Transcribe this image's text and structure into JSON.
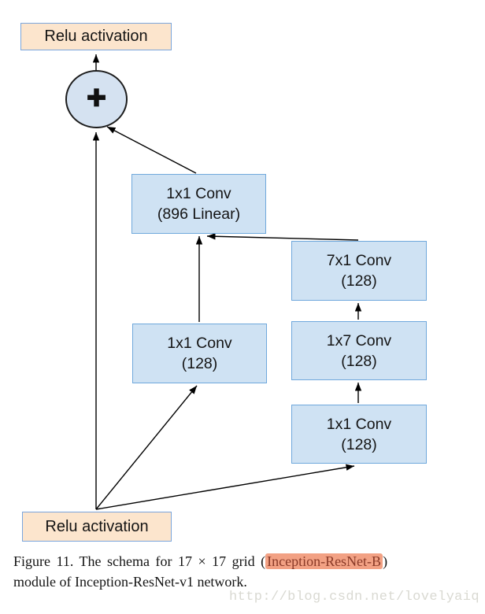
{
  "diagram": {
    "relu_top_label": "Relu activation",
    "relu_bottom_label": "Relu activation",
    "plus_label": "+",
    "conv_896": {
      "line1": "1x1 Conv",
      "line2": "(896 Linear)"
    },
    "conv_7x1": {
      "line1": "7x1 Conv",
      "line2": "(128)"
    },
    "conv_1x1_left": {
      "line1": "1x1 Conv",
      "line2": "(128)"
    },
    "conv_1x7": {
      "line1": "1x7 Conv",
      "line2": "(128)"
    },
    "conv_1x1_right": {
      "line1": "1x1 Conv",
      "line2": "(128)"
    }
  },
  "caption": {
    "text_before_highlight": "Figure 11. The schema for 17 × 17 grid (",
    "highlight_text": "Inception-ResNet-B",
    "text_after_highlight": ")",
    "second_line": "module of Inception-ResNet-v1 network."
  },
  "watermark": {
    "text": "http://blog.csdn.net/lovelyaiq"
  },
  "colors": {
    "box_fill": "#cfe2f3",
    "box_border": "#6fa8dc",
    "relu_fill": "#fce5cd",
    "relu_border": "#7aa5dc",
    "circle_fill": "#d5e2f1",
    "arrow": "#000000",
    "caption_highlight_bg": "#f2a184",
    "caption_highlight_text": "#8a3a28",
    "watermark": "#d9d9d2"
  }
}
